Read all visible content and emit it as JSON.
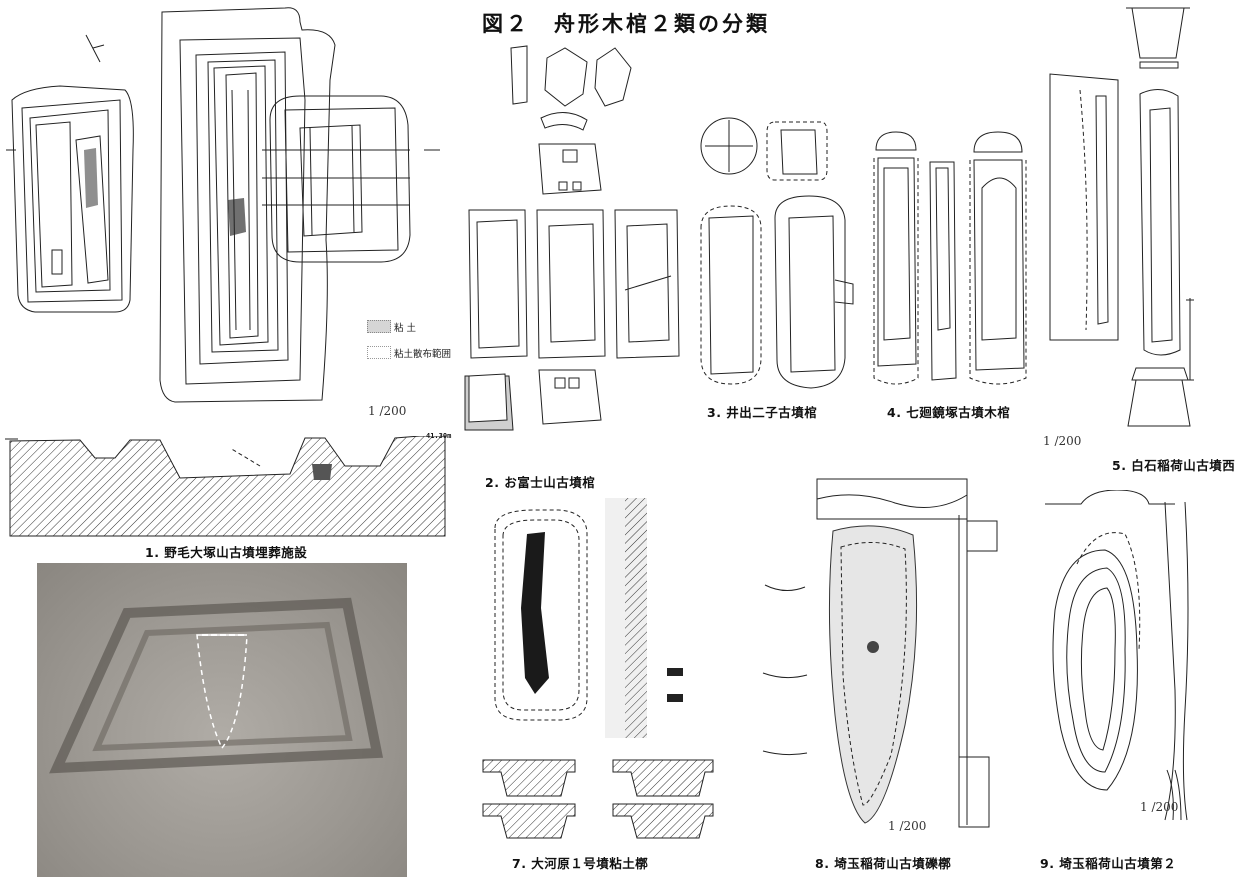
{
  "title": "図２　舟形木棺２類の分類",
  "figures": [
    {
      "id": "fig1",
      "caption": "1. 野毛大塚山古墳埋葬施設",
      "scale": "1 /200",
      "legend": [
        "粘 土",
        "粘土散布範囲"
      ],
      "elevation": "41.30m"
    },
    {
      "id": "fig2",
      "caption": "2. お富士山古墳棺"
    },
    {
      "id": "fig3",
      "caption": "3. 井出二子古墳棺"
    },
    {
      "id": "fig4",
      "caption": "4. 七廻鏡塚古墳木棺"
    },
    {
      "id": "fig5",
      "caption": "5. 白石稲荷山古墳西",
      "scale": "1 /200"
    },
    {
      "id": "fig7",
      "caption": "7. 大河原１号墳粘土槨"
    },
    {
      "id": "fig8",
      "caption": "8. 埼玉稲荷山古墳礫槨",
      "scale": "1 /200"
    },
    {
      "id": "fig9",
      "caption": "9. 埼玉稲荷山古墳第２",
      "scale": "1 /200"
    }
  ],
  "colors": {
    "ink": "#222222",
    "photo": "#9e9a94",
    "clay": "#d9d9d9"
  }
}
